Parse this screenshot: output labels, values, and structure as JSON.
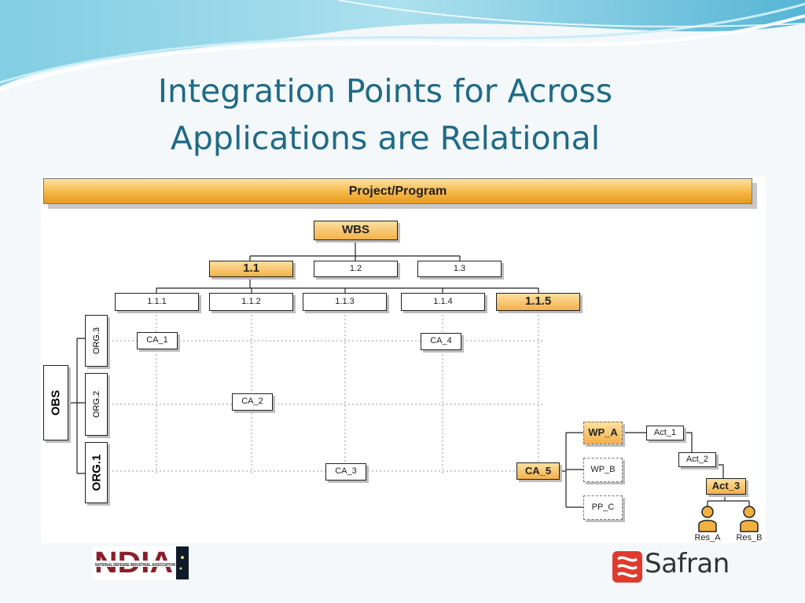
{
  "slide": {
    "title_line1": "Integration Points for Across",
    "title_line2": "Applications are Relational"
  },
  "project_bar": {
    "label": "Project/Program"
  },
  "wbs": {
    "root": "WBS",
    "level1": [
      "1.1",
      "1.2",
      "1.3"
    ],
    "level2": [
      "1.1.1",
      "1.1.2",
      "1.1.3",
      "1.1.4",
      "1.1.5"
    ]
  },
  "obs": {
    "root": "OBS",
    "orgs": [
      "ORG.3",
      "ORG.2",
      "ORG.1"
    ]
  },
  "control_accounts": [
    "CA_1",
    "CA_2",
    "CA_3",
    "CA_4",
    "CA_5"
  ],
  "work_packages": [
    "WP_A",
    "WP_B",
    "PP_C"
  ],
  "activities": [
    "Act_1",
    "Act_2",
    "Act_3"
  ],
  "resources": [
    "Res_A",
    "Res_B"
  ],
  "logos": {
    "ndia_text": "NDIA",
    "ndia_subtext": "NATIONAL DEFENSE INDUSTRIAL ASSOCIATION",
    "safran_text": "Safran"
  },
  "colors": {
    "title": "#1f6b86",
    "highlight": "#f4b04a",
    "wave": "#5bb8d6",
    "ndia": "#8b1e2a",
    "safran": "#e03a2f"
  }
}
